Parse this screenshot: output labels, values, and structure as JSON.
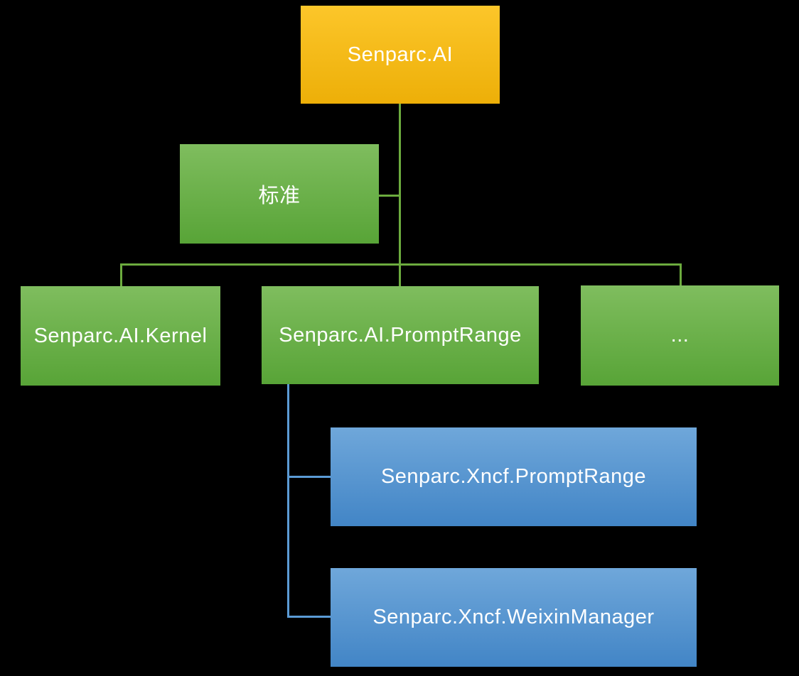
{
  "diagram": {
    "title": "Senparc.AI module hierarchy",
    "background": "#000000",
    "nodes": [
      {
        "id": "senparc-ai",
        "label": "Senparc.AI",
        "level": 1,
        "style": "gold"
      },
      {
        "id": "standard",
        "label": "标准",
        "level": 2,
        "style": "green"
      },
      {
        "id": "kernel",
        "label": "Senparc.AI.Kernel",
        "level": 3,
        "style": "green"
      },
      {
        "id": "ai-promptrange",
        "label": "Senparc.AI.PromptRange",
        "level": 3,
        "style": "green"
      },
      {
        "id": "ellipsis",
        "label": "...",
        "level": 3,
        "style": "green"
      },
      {
        "id": "xncf-promptrange",
        "label": "Senparc.Xncf.PromptRange",
        "level": 4,
        "style": "blue"
      },
      {
        "id": "xncf-weixinmanager",
        "label": "Senparc.Xncf.WeixinManager",
        "level": 4,
        "style": "blue"
      }
    ],
    "edges": [
      {
        "from": "senparc-ai",
        "to": "standard",
        "color": "green"
      },
      {
        "from": "senparc-ai",
        "to": "kernel",
        "color": "green"
      },
      {
        "from": "senparc-ai",
        "to": "ai-promptrange",
        "color": "green"
      },
      {
        "from": "senparc-ai",
        "to": "ellipsis",
        "color": "green"
      },
      {
        "from": "ai-promptrange",
        "to": "xncf-promptrange",
        "color": "blue"
      },
      {
        "from": "ai-promptrange",
        "to": "xncf-weixinmanager",
        "color": "blue"
      }
    ],
    "colors": {
      "bg": "#000000",
      "text": "#FFFFFF",
      "gold_top": "#FCC62A",
      "gold_bottom": "#EDAF08",
      "green_top": "#7FBD5E",
      "green_bottom": "#58A437",
      "blue_top": "#6FA7DA",
      "blue_bottom": "#4285C6",
      "green_line": "#6CAB3E",
      "blue_line": "#5B9BD5"
    }
  }
}
